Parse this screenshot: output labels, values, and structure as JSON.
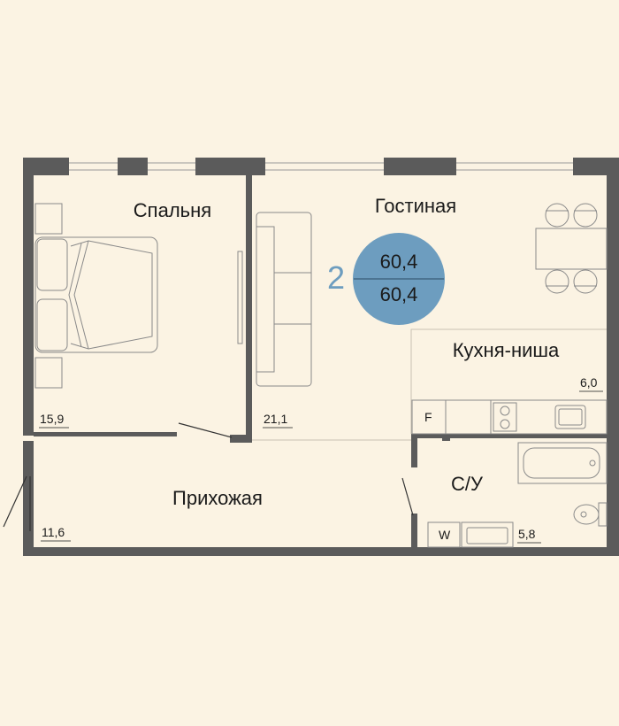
{
  "rooms": {
    "bedroom": {
      "name": "Спальня",
      "area": "15,9"
    },
    "living": {
      "name": "Гостиная",
      "area": "21,1"
    },
    "kitchen": {
      "name": "Кухня-ниша",
      "area": "6,0"
    },
    "hall": {
      "name": "Прихожая",
      "area": "11,6"
    },
    "bathroom": {
      "name": "С/У",
      "area": "5,8"
    }
  },
  "apartment": {
    "rooms_count": "2",
    "total_area": "60,4",
    "living_area": "60,4",
    "badge_color": "#6d9dbf"
  },
  "fixtures": {
    "fridge_label": "F",
    "washer_label": "W"
  },
  "colors": {
    "wall": "#5b5b5b",
    "background": "#fbf3e3"
  }
}
